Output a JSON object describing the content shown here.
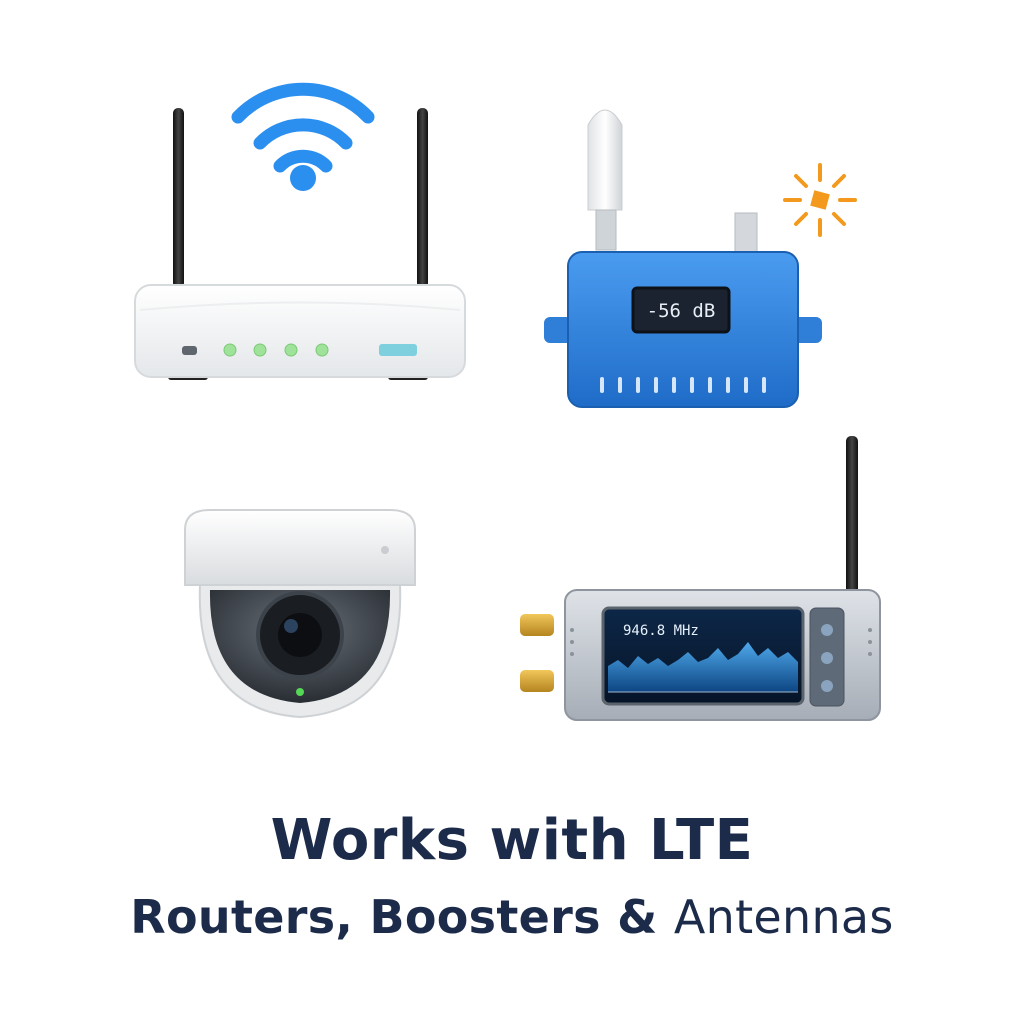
{
  "booster": {
    "display_readout": "-56 dB",
    "display_icon": "antenna-signal-icon"
  },
  "sdr": {
    "frequency_readout": "946.8 MHz"
  },
  "caption": {
    "line1": "Works with LTE",
    "line2_bold": "Routers, Boosters",
    "line2_amp": " & ",
    "line2_light": "Antennas"
  },
  "colors": {
    "wifi_blue": "#2b8ff0",
    "booster_blue": "#2f7fd8",
    "caption_navy": "#1c2b4a",
    "led_green": "#8fdc8a",
    "spark_orange": "#f39a1e"
  },
  "icons": [
    "wifi-icon",
    "spark-icon",
    "router-led-icon",
    "camera-status-led-icon"
  ]
}
